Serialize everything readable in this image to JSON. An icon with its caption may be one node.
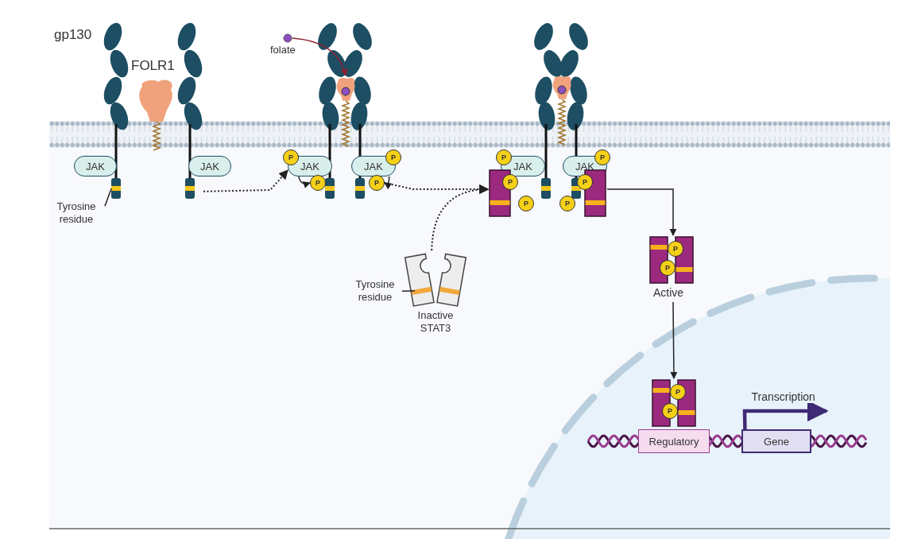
{
  "diagram": {
    "nodes": [
      {
        "text": [
          "gp130"
        ]
      },
      {
        "text": [
          "FOLR1"
        ]
      },
      {
        "text": [],
        "shape": "picture"
      },
      {
        "text": [
          "JAK"
        ],
        "in": 0
      },
      {
        "text": [
          "JAK"
        ]
      },
      {
        "text": [
          "Tyrosine residue"
        ]
      },
      {
        "text": [
          "folate"
        ]
      },
      {
        "text": [],
        "shape": "picture"
      },
      {
        "text": [],
        "shape": "picture",
        "in": 7
      },
      {
        "text": [
          "JAK"
        ]
      },
      {
        "text": [
          "P"
        ]
      },
      {
        "text": [
          "P"
        ]
      },
      {
        "text": [
          "JAK"
        ]
      },
      {
        "text": [
          "P"
        ]
      },
      {
        "text": [
          "P"
        ]
      },
      {
        "text": [],
        "shape": "picture"
      },
      {
        "text": [
          "JAK"
        ]
      },
      {
        "text": [
          "P"
        ]
      },
      {
        "text": [
          "JAK"
        ]
      },
      {
        "text": [
          "P"
        ]
      },
      {
        "text": [],
        "shape": "picture"
      },
      {
        "text": [
          "P"
        ]
      },
      {
        "text": [
          "P"
        ]
      },
      {
        "text": [],
        "shape": "picture"
      },
      {
        "text": [
          "P"
        ]
      },
      {
        "text": [
          "P"
        ]
      },
      {
        "text": [
          "Inactive STAT3"
        ]
      },
      {
        "text": [
          "Tyrosine residue"
        ]
      },
      {
        "text": [
          "Active"
        ]
      },
      {
        "text": [
          "P"
        ],
        "in": 28
      },
      {
        "text": [
          "P"
        ],
        "in": 28
      },
      {
        "text": [],
        "shape": "picture"
      },
      {
        "text": [
          "P"
        ],
        "in": 31
      },
      {
        "text": [
          "P"
        ],
        "in": 31
      },
      {
        "text": [
          "Regulatory"
        ]
      },
      {
        "text": [
          "Gene"
        ]
      }
    ],
    "edges": [
      {
        "from": 2,
        "to": 9,
        "arrow": "to",
        "style": "dashed"
      },
      {
        "from": 14,
        "to": 20,
        "arrow": "to",
        "style": "dashed"
      },
      {
        "from": 26,
        "to": 20,
        "arrow": "to",
        "style": "dashed"
      },
      {
        "from": 23,
        "to": 28,
        "arrow": "to"
      },
      {
        "from": 28,
        "to": 31,
        "arrow": "to"
      },
      {
        "from": 6,
        "to": 8,
        "arrow": "to",
        "color": "#8b2232"
      },
      {
        "from": 9,
        "to": 11,
        "arrow": "to"
      },
      {
        "from": 12,
        "to": 14,
        "arrow": "to"
      },
      {
        "from": 5,
        "to": 0,
        "arrow": "none"
      },
      {
        "from": 27,
        "to": 26,
        "arrow": "none"
      },
      {
        "from": 35,
        "to": null,
        "arrow": "to",
        "label": "Transcription",
        "style": "thick",
        "color": "#3f2b73"
      }
    ]
  }
}
